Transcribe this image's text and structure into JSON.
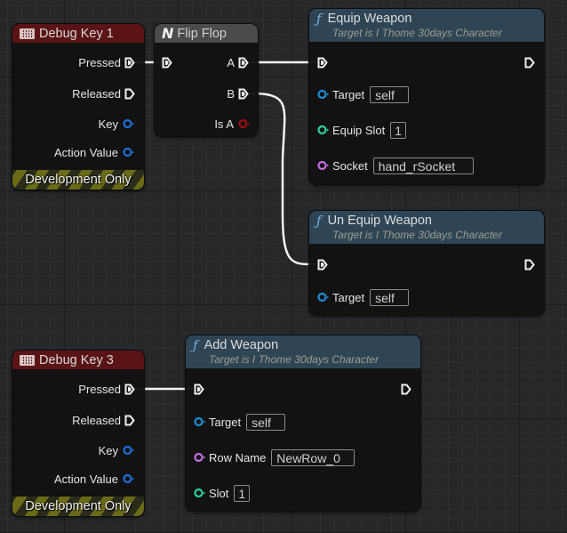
{
  "colors": {
    "exec": "#f0f0f0",
    "object": "#1f8fd6",
    "integer": "#2fd1a0",
    "name": "#c86ee0",
    "bool": "#a00e0e",
    "event_header": "#5a1416",
    "function_header": "#2f4555",
    "macro_header": "#4a4b4d"
  },
  "nodes": {
    "debug_key_1": {
      "title": "Debug Key 1",
      "icon": "keyboard-icon",
      "pins": {
        "pressed": "Pressed",
        "released": "Released",
        "key": "Key",
        "action_value": "Action Value"
      },
      "footer": "Development Only"
    },
    "flip_flop": {
      "title": "Flip Flop",
      "icon": "macro-icon",
      "pins": {
        "a": "A",
        "b": "B",
        "is_a": "Is A"
      }
    },
    "equip_weapon": {
      "title": "Equip Weapon",
      "subtitle": "Target is I Thome 30days Character",
      "icon": "function-icon",
      "pins": {
        "target": {
          "label": "Target",
          "value": "self"
        },
        "equip_slot": {
          "label": "Equip Slot",
          "value": "1"
        },
        "socket": {
          "label": "Socket",
          "value": "hand_rSocket"
        }
      }
    },
    "un_equip_weapon": {
      "title": "Un Equip Weapon",
      "subtitle": "Target is I Thome 30days Character",
      "icon": "function-icon",
      "pins": {
        "target": {
          "label": "Target",
          "value": "self"
        }
      }
    },
    "debug_key_3": {
      "title": "Debug Key 3",
      "icon": "keyboard-icon",
      "pins": {
        "pressed": "Pressed",
        "released": "Released",
        "key": "Key",
        "action_value": "Action Value"
      },
      "footer": "Development Only"
    },
    "add_weapon": {
      "title": "Add Weapon",
      "subtitle": "Target is I Thome 30days Character",
      "icon": "function-icon",
      "pins": {
        "target": {
          "label": "Target",
          "value": "self"
        },
        "row_name": {
          "label": "Row Name",
          "value": "NewRow_0"
        },
        "slot": {
          "label": "Slot",
          "value": "1"
        }
      }
    }
  },
  "function_glyph": "ƒ",
  "macro_glyph": "N",
  "connections": [
    {
      "from": "Debug Key 1.Pressed",
      "to": "Flip Flop.exec"
    },
    {
      "from": "Flip Flop.A",
      "to": "Equip Weapon.exec"
    },
    {
      "from": "Flip Flop.B",
      "to": "Un Equip Weapon.exec"
    },
    {
      "from": "Debug Key 3.Pressed",
      "to": "Add Weapon.exec"
    }
  ]
}
